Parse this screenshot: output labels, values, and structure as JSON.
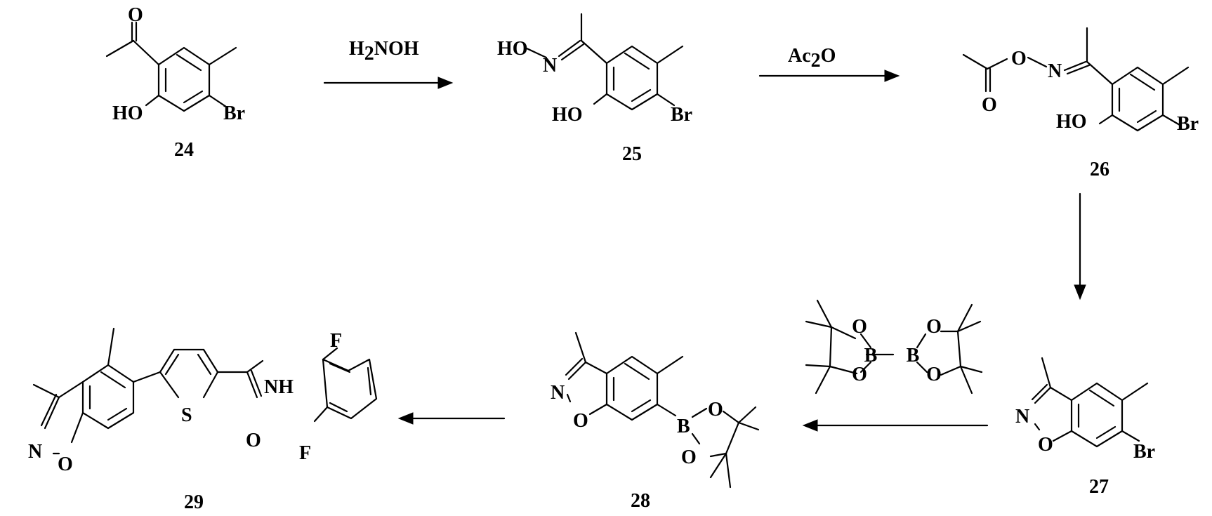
{
  "compounds": [
    {
      "id": "24",
      "atoms": {
        "oxygen": "O",
        "hydroxyl": "HO",
        "bromine": "Br"
      }
    },
    {
      "id": "25",
      "atoms": {
        "oxime_hydroxyl": "HO",
        "nitrogen": "N",
        "hydroxyl": "HO",
        "bromine": "Br"
      }
    },
    {
      "id": "26",
      "atoms": {
        "ester_oxygen": "O",
        "nitrogen": "N",
        "carbonyl_oxygen": "O",
        "hydroxyl": "HO",
        "bromine": "Br"
      }
    },
    {
      "id": "27",
      "atoms": {
        "nitrogen": "N",
        "oxygen": "O",
        "bromine": "Br"
      }
    },
    {
      "id": "28",
      "atoms": {
        "nitrogen": "N",
        "oxygen": "O",
        "boron": "B",
        "boronate_o1": "O",
        "boronate_o2": "O"
      }
    },
    {
      "id": "29",
      "atoms": {
        "nitrogen": "N",
        "oxygen": "O",
        "sulfur": "S",
        "amide_oxygen": "O",
        "amide_nh": "NH",
        "fluorine_top": "F",
        "fluorine_bottom": "F"
      }
    }
  ],
  "reagents": {
    "step1": {
      "prefix": "H",
      "subscript": "2",
      "suffix": "NOH"
    },
    "step2": {
      "prefix": "Ac",
      "subscript": "2",
      "suffix": "O"
    },
    "step4": {
      "boron1": "B",
      "boron2": "B",
      "oxygen": "O"
    }
  },
  "arrows": [
    {
      "from": "24",
      "to": "25",
      "direction": "right"
    },
    {
      "from": "25",
      "to": "26",
      "direction": "right"
    },
    {
      "from": "26",
      "to": "27",
      "direction": "down"
    },
    {
      "from": "27",
      "to": "28",
      "direction": "left"
    },
    {
      "from": "28",
      "to": "29",
      "direction": "left"
    }
  ]
}
